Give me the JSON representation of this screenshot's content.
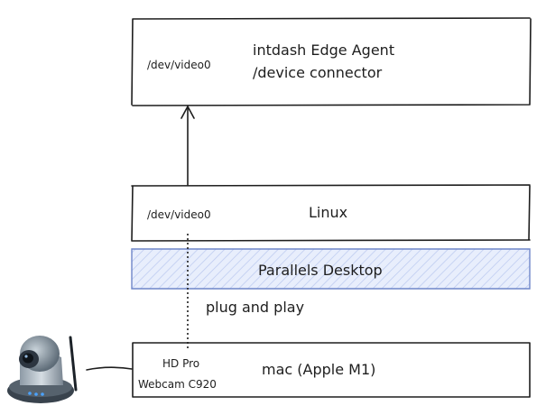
{
  "diagram": {
    "agent_box": {
      "device_label": "/dev/video0",
      "title_line1": "intdash Edge Agent",
      "title_line2": "/device connector"
    },
    "linux_box": {
      "device_label": "/dev/video0",
      "title": "Linux"
    },
    "parallels_box": {
      "title": "Parallels Desktop",
      "fill_color": "#dbe4fb",
      "stroke_color": "#6f86c9"
    },
    "connection_label": "plug and play",
    "mac_box": {
      "camera_line1": "HD Pro",
      "camera_line2": "Webcam C920",
      "title": "mac (Apple M1)"
    },
    "camera": {
      "icon": "ip-camera-icon"
    },
    "colors": {
      "stroke": "#1e1e1e",
      "background": "#ffffff"
    }
  }
}
